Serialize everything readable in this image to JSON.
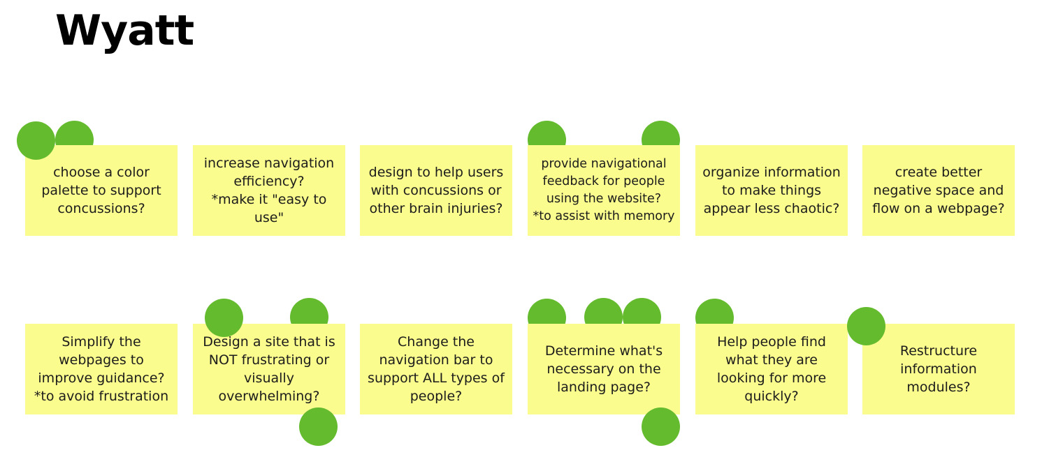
{
  "board": {
    "title": "Wyatt",
    "vote_color": "#65bb2e",
    "note_color": "#fafc8d"
  },
  "notes": [
    {
      "text": "choose a color\npalette to support\nconcussions?"
    },
    {
      "text": "increase navigation\nefficiency?\n*make it \"easy to\nuse\""
    },
    {
      "text": "design to help users\nwith concussions or\nother brain injuries?"
    },
    {
      "text": "provide navigational\nfeedback for people\nusing the website?\n*to assist with memory"
    },
    {
      "text": "organize information\nto make things\nappear less chaotic?"
    },
    {
      "text": "create better\nnegative space and\nflow on a webpage?"
    },
    {
      "text": "Simplify the\nwebpages to\nimprove guidance?\n*to avoid frustration"
    },
    {
      "text": "Design a site that is\nNOT frustrating or\nvisually\noverwhelming?"
    },
    {
      "text": "Change the\nnavigation bar to\nsupport ALL types of\npeople?"
    },
    {
      "text": "Determine what's\nnecessary on the\nlanding page?"
    },
    {
      "text": "Help people find\nwhat they are\nlooking for more\nquickly?"
    },
    {
      "text": "Restructure\ninformation\nmodules?"
    }
  ]
}
